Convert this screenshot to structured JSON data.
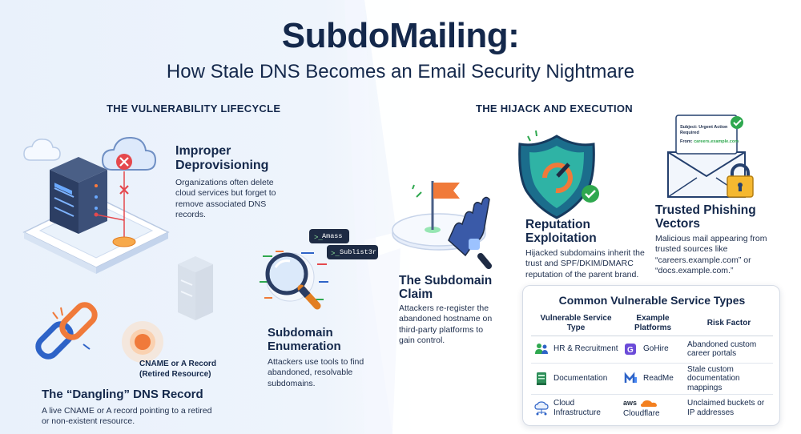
{
  "header": {
    "title": "SubdoMailing:",
    "subtitle": "How Stale DNS Becomes an Email Security Nightmare"
  },
  "left_section": {
    "heading": "THE VULNERABILITY LIFECYCLE",
    "improper": {
      "title_line1": "Improper",
      "title_line2": "Deprovisioning",
      "body": "Organizations often delete cloud services but forget to remove associated DNS records."
    },
    "enumeration": {
      "title_line1": "Subdomain",
      "title_line2": "Enumeration",
      "body": "Attackers use tools to find abandoned, resolvable subdomains.",
      "tool1": "Amass",
      "tool2": "Sublist3r"
    },
    "dangling": {
      "label_line1": "CNAME or A Record",
      "label_line2": "(Retired Resource)",
      "title": "The “Dangling” DNS Record",
      "body": "A live CNAME or A record pointing to a retired or non-existent resource."
    }
  },
  "middle": {
    "claim": {
      "title_line1": "The Subdomain",
      "title_line2": "Claim",
      "body": "Attackers re-register the abandoned hostname on third-party platforms to gain control."
    }
  },
  "right_section": {
    "heading": "THE HIJACK AND EXECUTION",
    "reputation": {
      "title_line1": "Reputation",
      "title_line2": "Exploitation",
      "body": "Hijacked subdomains inherit the trust and SPF/DKIM/DMARC reputation of the parent brand."
    },
    "phishing": {
      "title_line1": "Trusted Phishing",
      "title_line2": "Vectors",
      "body": "Malicious mail appearing from trusted sources like “careers.example.com” or “docs.example.com.”",
      "email_subject": "Subject: Urgent Action Required",
      "email_from_label": "From:",
      "email_from": "careers.example.com"
    }
  },
  "services_card": {
    "title": "Common Vulnerable Service Types",
    "headers": [
      "Vulnerable Service Type",
      "Example Platforms",
      "Risk Factor"
    ],
    "rows": [
      {
        "type": "HR & Recruitment",
        "platform": "GoHire",
        "risk": "Abandoned custom career portals",
        "type_icon": "people-icon",
        "platform_icon": "gohire-logo"
      },
      {
        "type": "Documentation",
        "platform": "ReadMe",
        "risk": "Stale custom documentation mappings",
        "type_icon": "book-icon",
        "platform_icon": "readme-logo"
      },
      {
        "type": "Cloud Infrastructure",
        "platform": "Cloudflare",
        "platform_extra": "aws",
        "risk": "Unclaimed buckets or IP addresses",
        "type_icon": "cloud-network-icon",
        "platform_icon": "aws-cloudflare-logo"
      }
    ]
  },
  "colors": {
    "navy": "#14284b",
    "accent_orange": "#f07a3a",
    "danger_red": "#e5484d",
    "shield_teal": "#1b8a8c",
    "check_green": "#2fa84f",
    "bg_blue": "#eaf2fb"
  }
}
